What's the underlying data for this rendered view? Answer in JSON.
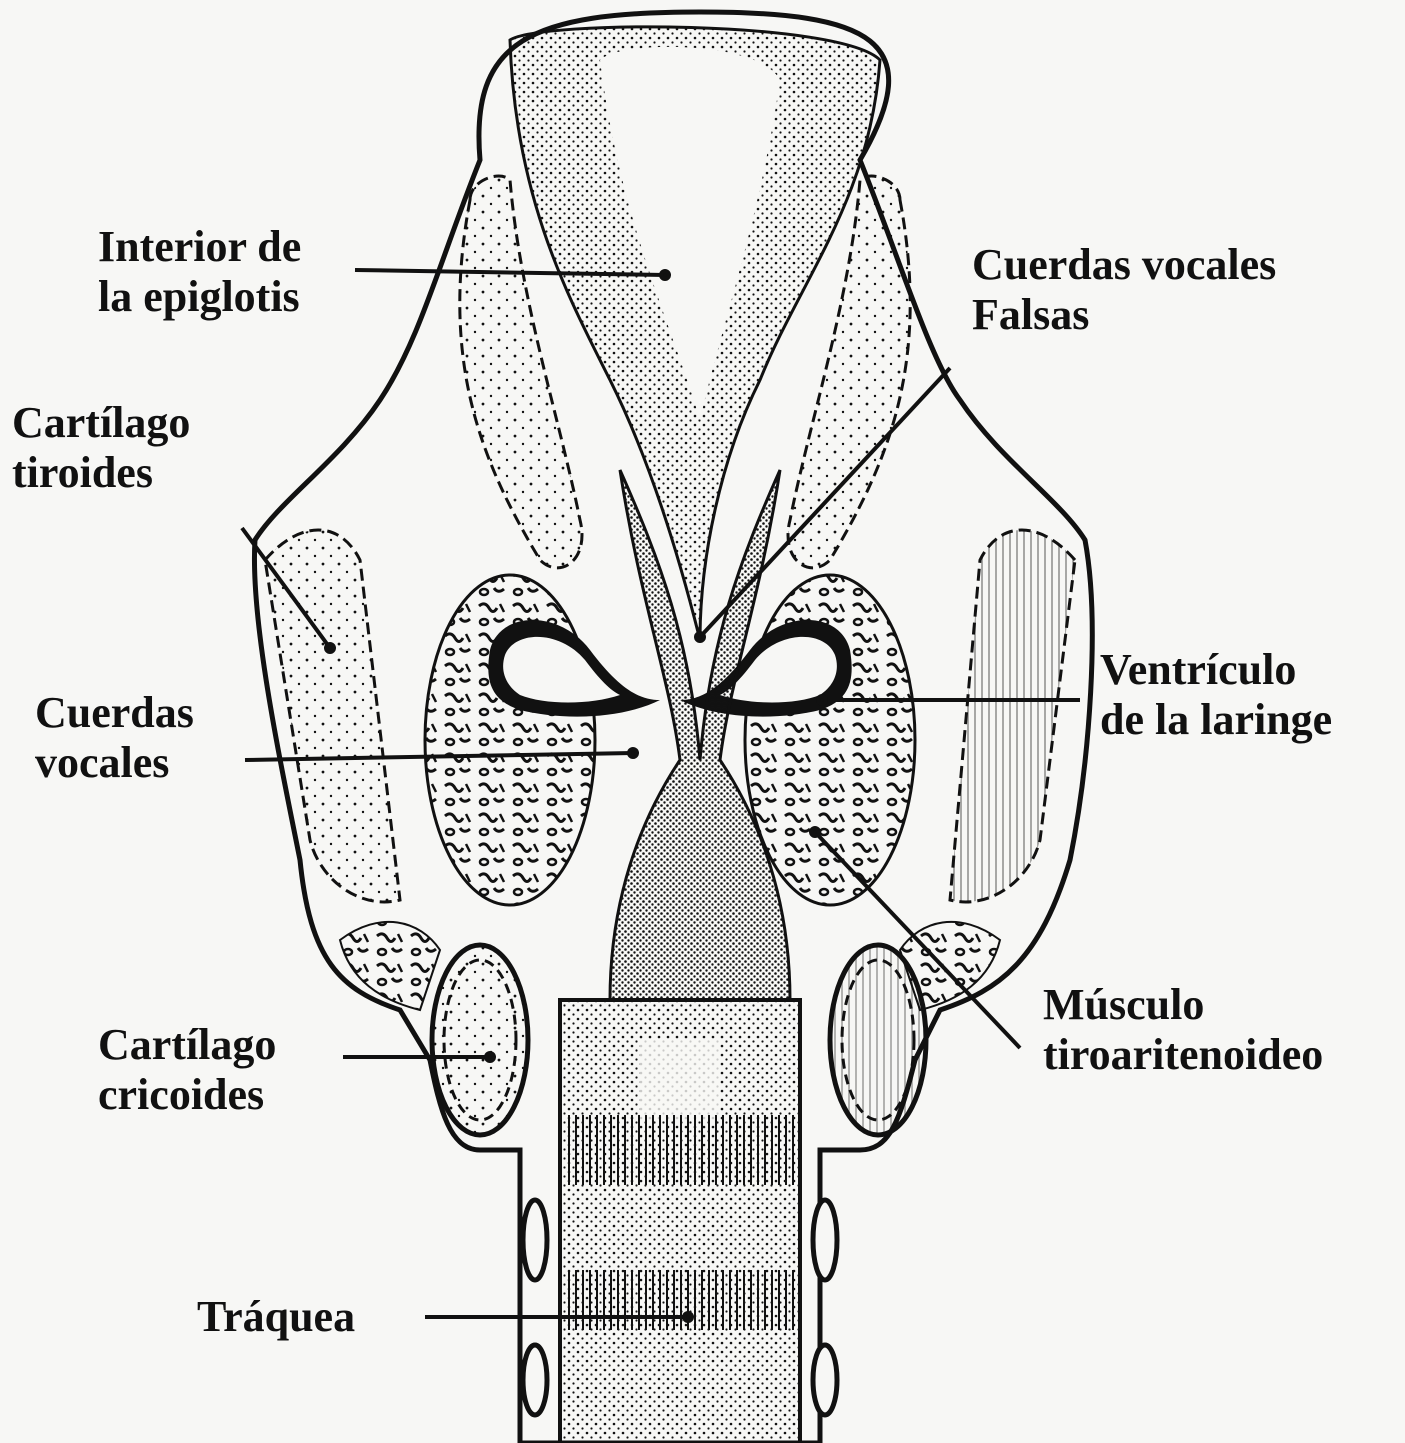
{
  "labels": {
    "epiglotis": {
      "line1": "Interior de",
      "line2": "la epiglotis"
    },
    "falsas": {
      "line1": "Cuerdas vocales",
      "line2": "Falsas"
    },
    "tiroides": {
      "line1": "Cartílago",
      "line2": "tiroides"
    },
    "ventriculo": {
      "line1": "Ventrículo",
      "line2": "de la laringe"
    },
    "vocales": {
      "line1": "Cuerdas",
      "line2": "vocales"
    },
    "musculo": {
      "line1": "Músculo",
      "line2": "tiroaritenoideo"
    },
    "cricoides": {
      "line1": "Cartílago",
      "line2": "cricoides"
    },
    "traquea": {
      "line1": "Tráquea"
    }
  },
  "colors": {
    "ink": "#111111",
    "paper": "#f7f7f5"
  }
}
